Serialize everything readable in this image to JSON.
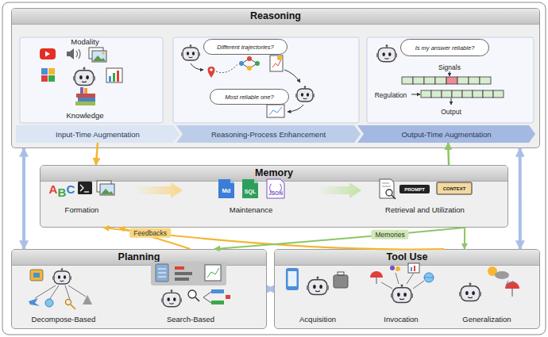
{
  "diagram": {
    "nodes": [
      {
        "text": [
          "Reasoning"
        ]
      },
      {
        "text": [
          "Different trajectories?"
        ],
        "in": 0
      },
      {
        "text": [
          "Most reliable one?"
        ],
        "in": 0
      },
      {
        "text": [
          "Is my answer reliable?"
        ],
        "in": 0
      },
      {
        "text": [
          "Input-Time Augmentation"
        ],
        "in": 0
      },
      {
        "text": [
          "Reasoning-Process Enhancement"
        ],
        "in": 0
      },
      {
        "text": [
          "Output-Time Augmentation"
        ],
        "in": 0
      },
      {
        "text": [
          "Memory"
        ]
      },
      {
        "text": [
          "Planning"
        ]
      },
      {
        "text": [
          "Tool Use"
        ]
      }
    ],
    "edges": [
      {
        "from": 4,
        "to": 7,
        "arrow": "to"
      },
      {
        "from": 7,
        "to": 6,
        "arrow": "to"
      },
      {
        "from": 0,
        "to": 8,
        "arrow": "both"
      },
      {
        "from": 0,
        "to": 9,
        "arrow": "both"
      },
      {
        "from": 8,
        "to": 9,
        "arrow": "both"
      },
      {
        "from": 9,
        "to": 7,
        "label": "Feedbacks",
        "arrow": "to"
      },
      {
        "from": 8,
        "to": 7,
        "arrow": "to"
      },
      {
        "from": 7,
        "to": 8,
        "label": "Memories",
        "arrow": "to"
      },
      {
        "from": 7,
        "to": 9,
        "arrow": "to"
      }
    ],
    "labels": [
      "Modality",
      "Knowledge",
      "Signals",
      "Regulation",
      "Output",
      "Formation",
      "Maintenance",
      "Retrieval and Utilization",
      "Decompose-Based",
      "Search-Based",
      "Acquisition",
      "Invocation",
      "Generalization",
      "A",
      "B",
      "C",
      "Md",
      "SQL",
      "JSON",
      "PROMPT",
      "CONTEXT"
    ]
  }
}
